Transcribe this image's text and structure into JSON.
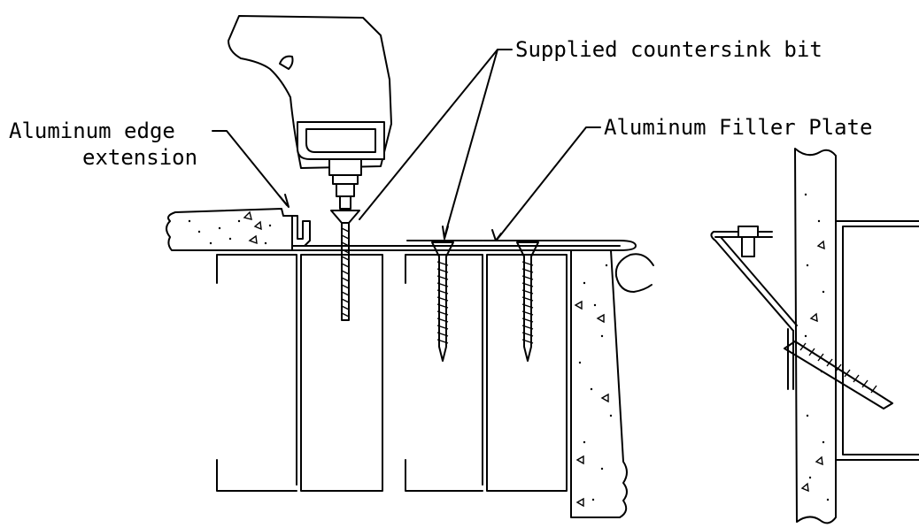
{
  "labels": {
    "edge_extension_line1": "Aluminum edge",
    "edge_extension_line2": "extension",
    "countersink_bit": "Supplied countersink bit",
    "filler_plate": "Aluminum Filler Plate"
  },
  "colors": {
    "line": "#000000",
    "background": "#ffffff"
  }
}
